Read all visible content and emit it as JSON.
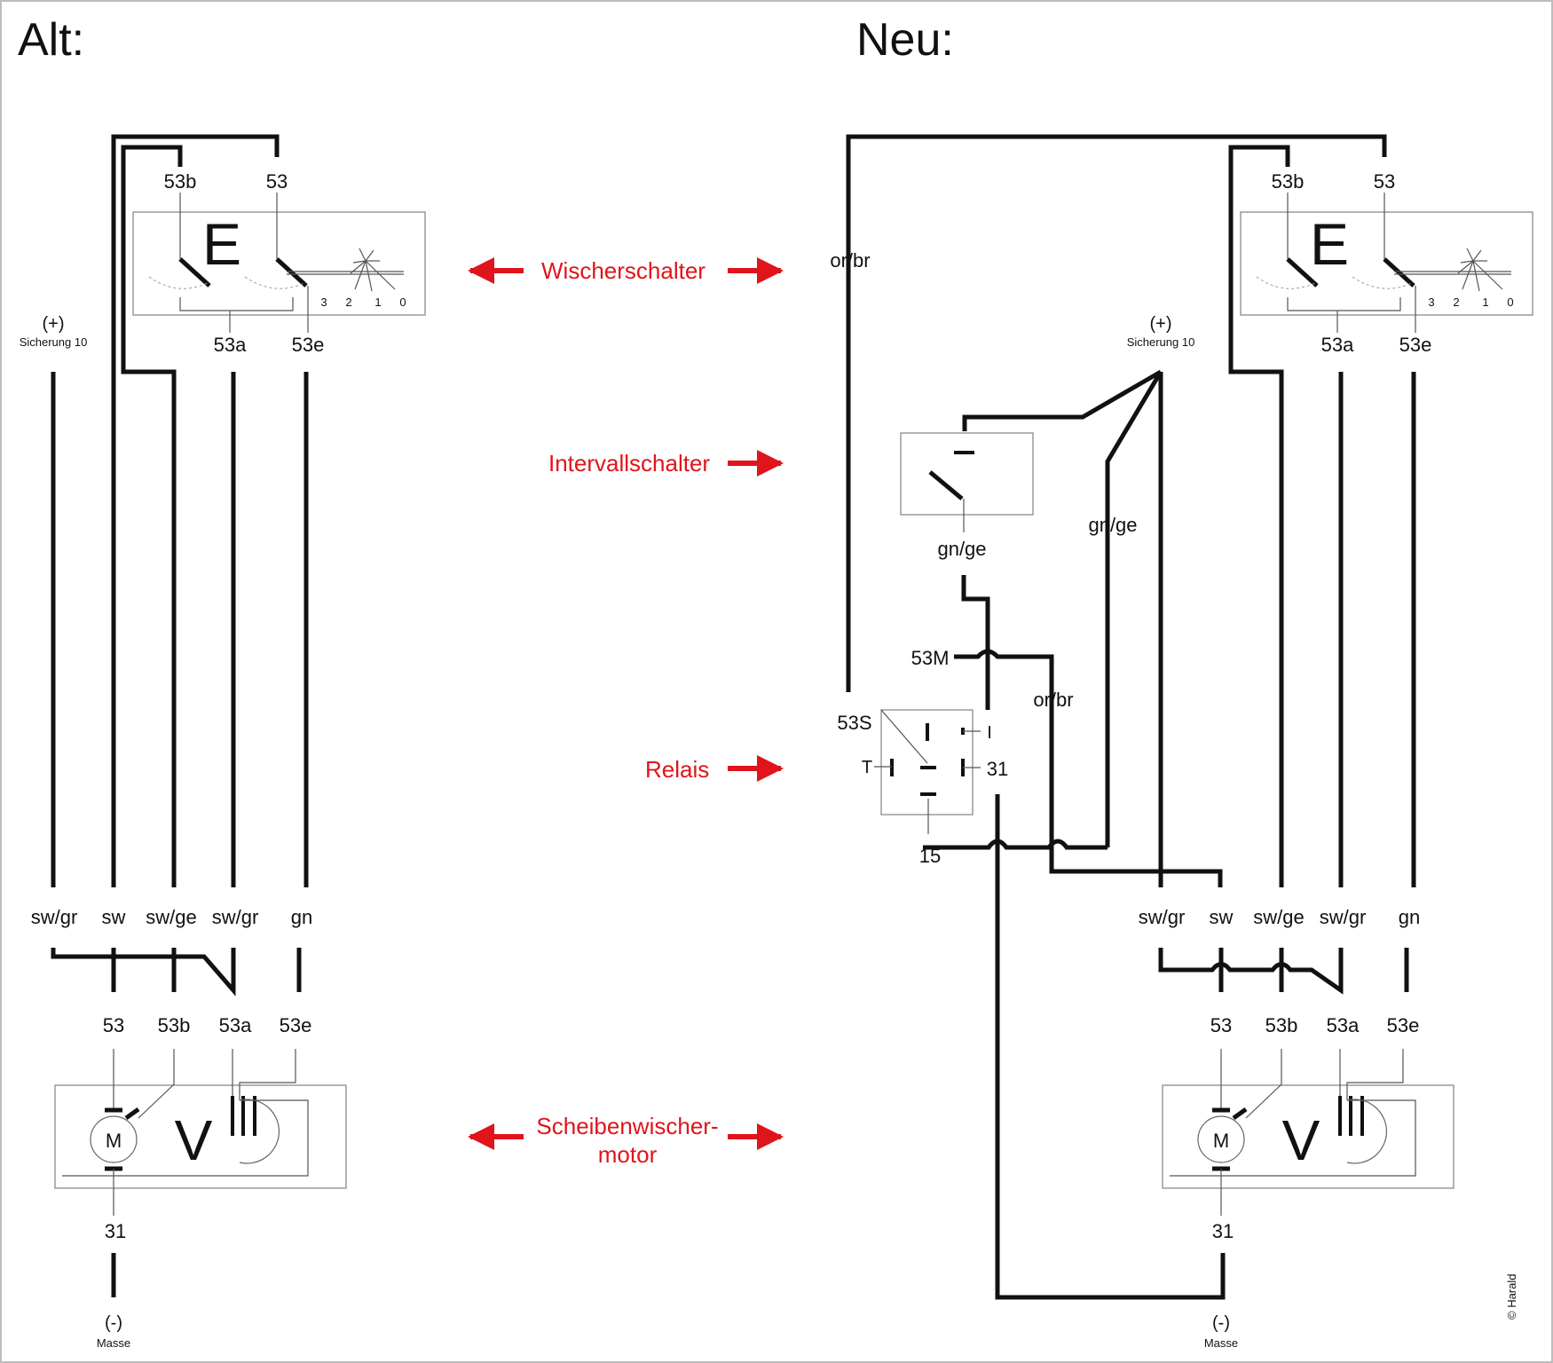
{
  "headings": {
    "old": "Alt:",
    "new": "Neu:"
  },
  "callouts": {
    "wischerschalter": "Wischerschalter",
    "intervallschalter": "Intervallschalter",
    "relais": "Relais",
    "motor_line1": "Scheibenwischer-",
    "motor_line2": "motor"
  },
  "switch": {
    "symbol": "E",
    "terminals": {
      "t53b": "53b",
      "t53": "53",
      "t53a": "53a",
      "t53e": "53e"
    },
    "positions": {
      "p3": "3",
      "p2": "2",
      "p1": "1",
      "p0": "0"
    }
  },
  "power": {
    "plus": "(+)",
    "fuse": "Sicherung 10"
  },
  "ground": {
    "minus": "(-)",
    "label": "Masse"
  },
  "wires": {
    "swgr": "sw/gr",
    "sw": "sw",
    "swge": "sw/ge",
    "gn": "gn",
    "orbr": "or/br",
    "gnge": "gn/ge"
  },
  "motor": {
    "m": "M",
    "v": "V",
    "iii": "III",
    "t53": "53",
    "t53b": "53b",
    "t53a": "53a",
    "t53e": "53e",
    "t31": "31"
  },
  "relay": {
    "t53S": "53S",
    "t53M": "53M",
    "tI": "I",
    "tT": "T",
    "t31": "31",
    "t15": "15"
  },
  "copyright": "© Harald",
  "colors": {
    "accent": "#e0141b",
    "wire": "#111111"
  }
}
